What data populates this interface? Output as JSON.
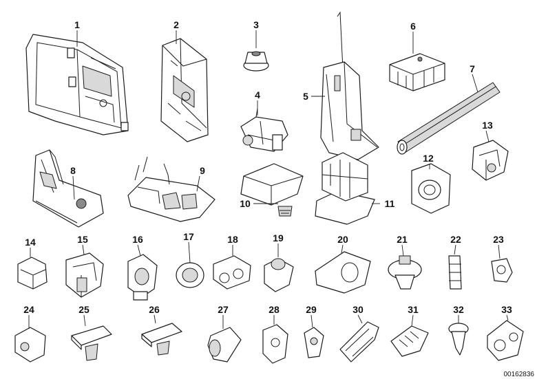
{
  "diagram": {
    "reference_code": "00162836",
    "parts": [
      {
        "id": "1"
      },
      {
        "id": "2"
      },
      {
        "id": "3"
      },
      {
        "id": "4"
      },
      {
        "id": "5"
      },
      {
        "id": "6"
      },
      {
        "id": "7"
      },
      {
        "id": "8"
      },
      {
        "id": "9"
      },
      {
        "id": "10"
      },
      {
        "id": "11"
      },
      {
        "id": "12"
      },
      {
        "id": "13"
      },
      {
        "id": "14"
      },
      {
        "id": "15"
      },
      {
        "id": "16"
      },
      {
        "id": "17"
      },
      {
        "id": "18"
      },
      {
        "id": "19"
      },
      {
        "id": "20"
      },
      {
        "id": "21"
      },
      {
        "id": "22"
      },
      {
        "id": "23"
      },
      {
        "id": "24"
      },
      {
        "id": "25"
      },
      {
        "id": "26"
      },
      {
        "id": "27"
      },
      {
        "id": "28"
      },
      {
        "id": "29"
      },
      {
        "id": "30"
      },
      {
        "id": "31"
      },
      {
        "id": "32"
      },
      {
        "id": "33"
      }
    ]
  }
}
